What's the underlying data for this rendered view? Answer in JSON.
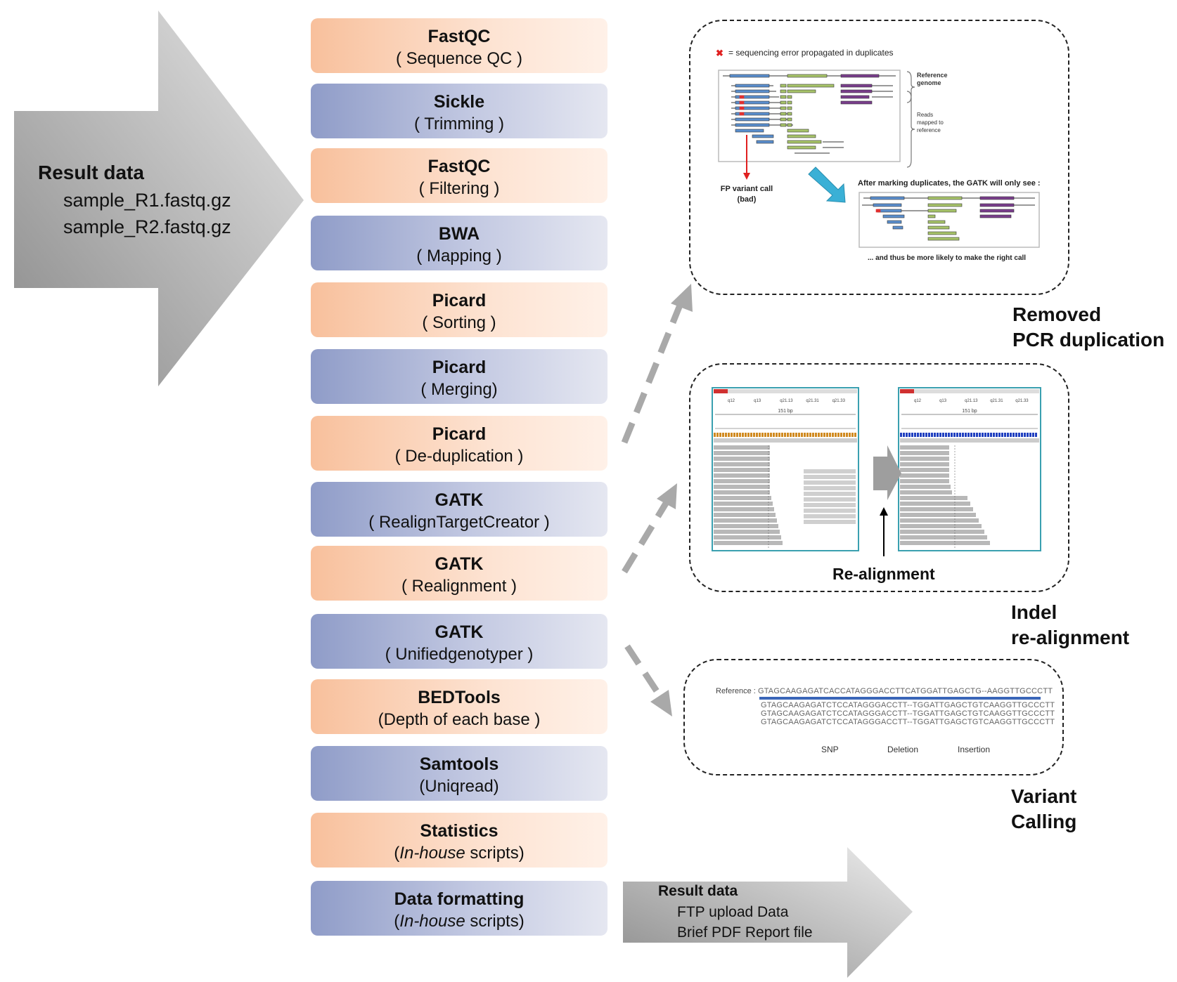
{
  "input": {
    "title": "Result data",
    "files": [
      "sample_R1.fastq.gz",
      "sample_R2.fastq.gz"
    ]
  },
  "steps": [
    {
      "tool": "FastQC",
      "desc": "( Sequence QC )",
      "color": "orange"
    },
    {
      "tool": "Sickle",
      "desc": "( Trimming )",
      "color": "blue"
    },
    {
      "tool": "FastQC",
      "desc": "( Filtering )",
      "color": "orange"
    },
    {
      "tool": "BWA",
      "desc": "( Mapping )",
      "color": "blue"
    },
    {
      "tool": "Picard",
      "desc": "( Sorting )",
      "color": "orange"
    },
    {
      "tool": "Picard",
      "desc": "( Merging)",
      "color": "blue"
    },
    {
      "tool": "Picard",
      "desc": "( De-duplication )",
      "color": "orange"
    },
    {
      "tool": "GATK",
      "desc": "( RealignTargetCreator )",
      "color": "blue"
    },
    {
      "tool": "GATK",
      "desc": "( Realignment )",
      "color": "orange"
    },
    {
      "tool": "GATK",
      "desc": "( Unifiedgenotyper )",
      "color": "blue"
    },
    {
      "tool": "BEDTools",
      "desc": "(Depth of each base )",
      "color": "orange"
    },
    {
      "tool": "Samtools",
      "desc": "(Uniqread)",
      "color": "blue"
    },
    {
      "tool": "Statistics",
      "desc_italic": "In-house",
      "desc_pre": "(",
      "desc_post": " scripts)",
      "color": "orange"
    },
    {
      "tool": "Data formatting",
      "desc_italic": "In-house",
      "desc_pre": "(",
      "desc_post": " scripts)",
      "color": "blue"
    }
  ],
  "output": {
    "title": "Result data",
    "items": [
      "FTP upload Data",
      "Brief PDF Report file"
    ]
  },
  "panels": {
    "dedup": {
      "caption_lines": [
        "Removed",
        "PCR duplication"
      ],
      "legend": "= sequencing error propagated in duplicates",
      "ref_label_lines": [
        "Reference",
        "genome"
      ],
      "reads_label_lines": [
        "Reads",
        "mapped to",
        "reference"
      ],
      "fp_label_lines": [
        "FP variant call",
        "(bad)"
      ],
      "after_label": "After marking duplicates, the GATK will only see :",
      "bottom_label": "... and thus be more likely to make the right call"
    },
    "indel": {
      "caption_lines": [
        "Indel",
        "re-alignment"
      ],
      "label": "Re-alignment",
      "bp_label": "151 bp",
      "bands": [
        "q12",
        "q13",
        "q21.13",
        "q21.31",
        "q21.33"
      ]
    },
    "variant": {
      "caption_lines": [
        "Variant",
        "Calling"
      ],
      "ref_prefix": "Reference :",
      "ref_seq": "GTAGCAAGAGATCACCATAGGGACCTTCATGGATTGAGCTG--AAGGTTGCCCTT",
      "reads": [
        "GTAGCAAGAGATCTCCATAGGGACCTT--TGGATTGAGCTGTCAAGGTTGCCCTT",
        "GTAGCAAGAGATCTCCATAGGGACCTT--TGGATTGAGCTGTCAAGGTTGCCCTT",
        "GTAGCAAGAGATCTCCATAGGGACCTT--TGGATTGAGCTGTCAAGGTTGCCCTT"
      ],
      "labels": [
        "SNP",
        "Deletion",
        "Insertion"
      ]
    }
  }
}
